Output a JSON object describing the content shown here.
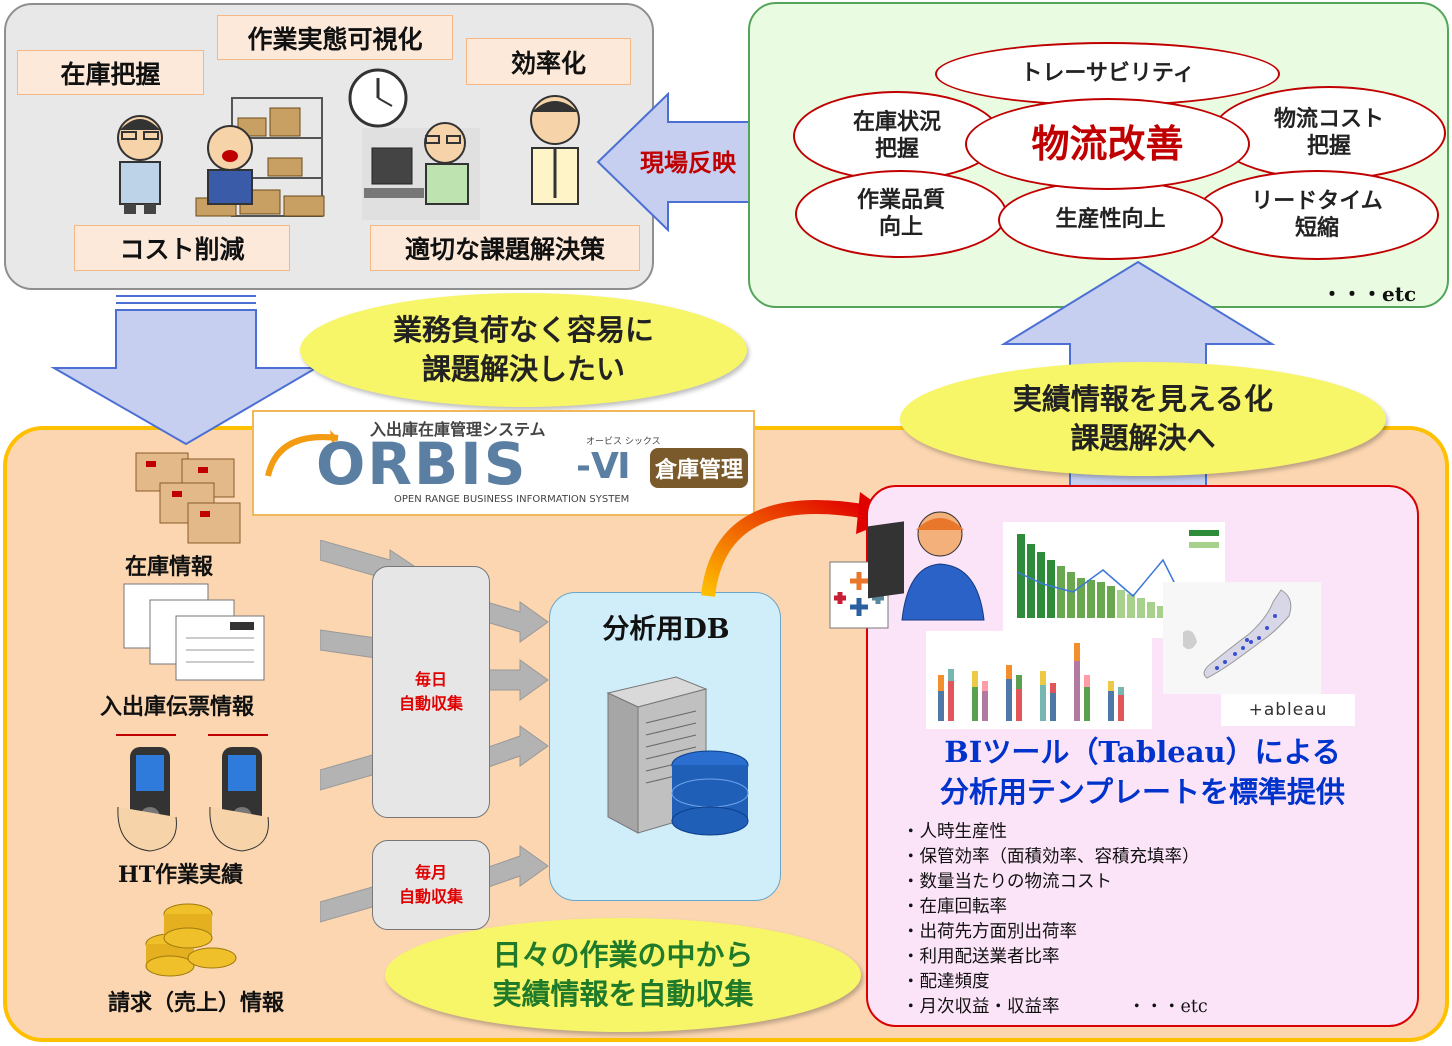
{
  "issues_panel": {
    "tags": [
      "在庫把握",
      "作業実態可視化",
      "効率化",
      "コスト削減",
      "適切な課題解決策"
    ]
  },
  "feedback_arrow": {
    "label": "現場反映"
  },
  "improvement_panel": {
    "center": "物流改善",
    "items": [
      "トレーサビリティ",
      "在庫状況",
      "把握",
      "物流コスト",
      "把握",
      "作業品質",
      "向上",
      "生産性向上",
      "リードタイム",
      "短縮"
    ],
    "etc": "・・・etc"
  },
  "callouts": {
    "wish_line1": "業務負荷なく容易に",
    "wish_line2": "課題解決したい",
    "visualize_line1": "実績情報を見える化",
    "visualize_line2": "課題解決へ",
    "collect_line1": "日々の作業の中から",
    "collect_line2": "実績情報を自動収集"
  },
  "logo": {
    "subtitle": "入出庫在庫管理システム",
    "name": "ORBIS",
    "version": "-Ⅵ",
    "reading": "オービス シックス",
    "badge": "倉庫管理",
    "tagline": "OPEN RANGE BUSINESS INFORMATION SYSTEM"
  },
  "sources": [
    "在庫情報",
    "入出庫伝票情報",
    "HT作業実績",
    "請求（売上）情報"
  ],
  "collect_daily": {
    "line1": "毎日",
    "line2": "自動収集"
  },
  "collect_monthly": {
    "line1": "毎月",
    "line2": "自動収集"
  },
  "db": {
    "title": "分析用DB"
  },
  "bi": {
    "title_line1": "BIツール（Tableau）による",
    "title_line2": "分析用テンプレートを標準提供",
    "tableau_logo": "+ableau",
    "metrics": [
      "・人時生産性",
      "・保管効率（面積効率、容積充填率）",
      "・数量当たりの物流コスト",
      "・在庫回転率",
      "・出荷先方面別出荷率",
      "・利用配送業者比率",
      "・配達頻度",
      "・月次収益・収益率"
    ],
    "etc": "・・・etc"
  },
  "colors": {
    "red": "#c00000",
    "blue_title": "#0033cc",
    "green_bar": "#2e8b3a"
  }
}
